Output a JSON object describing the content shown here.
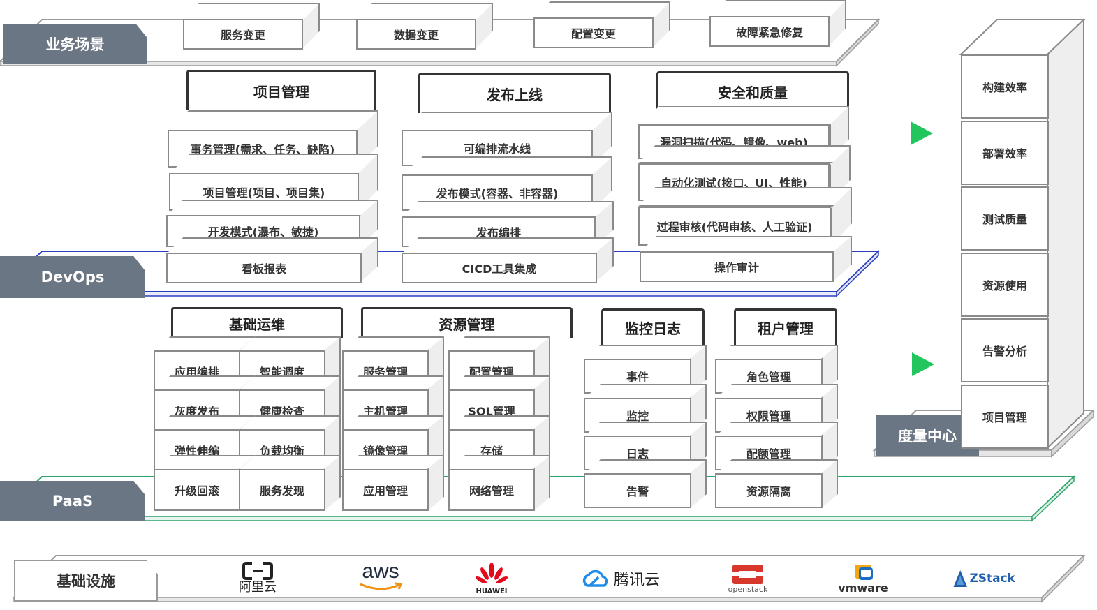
{
  "layers": {
    "business": "业务场景",
    "devops": "DevOps",
    "paas": "PaaS",
    "infra": "基础设施",
    "metrics": "度量中心"
  },
  "business_items": [
    "服务变更",
    "数据变更",
    "配置变更",
    "故障紧急修复"
  ],
  "devops_groups": [
    {
      "title": "项目管理",
      "items": [
        "事务管理(需求、任务、缺陷)",
        "项目管理(项目、项目集)",
        "开发模式(瀑布、敏捷)",
        "看板报表"
      ]
    },
    {
      "title": "发布上线",
      "items": [
        "可编排流水线",
        "发布模式(容器、非容器)",
        "发布编排",
        "CICD工具集成"
      ]
    },
    {
      "title": "安全和质量",
      "items": [
        "漏洞扫描(代码、镜像、web)",
        "自动化测试(接口、UI、性能)",
        "过程审核(代码审核、人工验证)",
        "操作审计"
      ]
    }
  ],
  "paas_groups": [
    {
      "title": "基础运维",
      "items": [
        "应用编排",
        "智能调度",
        "灰度发布",
        "健康检查",
        "弹性伸缩",
        "负载均衡",
        "升级回滚",
        "服务发现"
      ]
    },
    {
      "title": "资源管理",
      "items": [
        "服务管理",
        "配置管理",
        "主机管理",
        "SQL管理",
        "镜像管理",
        "存储",
        "应用管理",
        "网络管理"
      ]
    },
    {
      "title": "监控日志",
      "items": [
        "事件",
        "监控",
        "日志",
        "告警"
      ]
    },
    {
      "title": "租户管理",
      "items": [
        "角色管理",
        "权限管理",
        "配额管理",
        "资源隔离"
      ]
    }
  ],
  "metrics_items": [
    "构建效率",
    "部署效率",
    "测试质量",
    "资源使用",
    "告警分析",
    "项目管理"
  ],
  "infra_logos": {
    "aliyun": "阿里云",
    "aws": "aws",
    "huawei": "HUAWEI",
    "tencent": "腾讯云",
    "openstack": "openstack",
    "vmware": "vmware",
    "zstack": "ZStack"
  },
  "colors": {
    "label_bg": "#6b7684",
    "devops_platform": "#2b3fbf",
    "paas_platform": "#2fa36b",
    "arrow": "#22c55e"
  }
}
